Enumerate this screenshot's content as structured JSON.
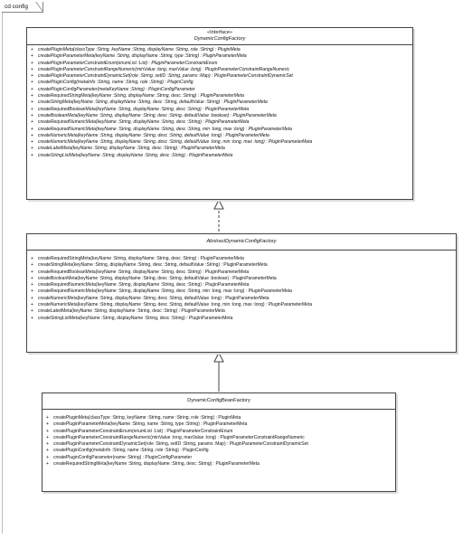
{
  "diagram": {
    "frame_label": "cd config",
    "interface_class": {
      "stereotype": "«Interface»",
      "name": "DynamicConfigFactory",
      "operations": [
        "createPluginMeta(classType :String, keyName :String, displayName :String, role :String) : PluginMeta",
        "createPluginParameterMeta(keyName :String, displayName :String, type :String) : PluginParameterMeta",
        "createPluginParameterConstraintEnum(enumList :List) : PluginParameterConstraintEnum",
        "createPluginParameterConstraintRangeNumeric(minValue :long, maxValue :long) : PluginParameterConstraintRangeNumeric",
        "createPluginParameterConstraintDynamicSet(role :String, setID :String, params :Map) : PluginParameterConstraintDynamicSet",
        "createPluginConfig(metaInfo :String, name :String, role :String) : PluginConfig",
        "createPluginConfigParameter(metaKeyName :String) : PluginConfigParameter",
        "createRequiredStringMeta(keyName :String, displayName :String, desc :String) : PluginParameterMeta",
        "createStringMeta(keyName :String, displayName :String, desc :String, defaultValue :String) : PluginParameterMeta",
        "createRequiredBooleanMeta(keyName :String, displayName :String, desc :String) : PluginParameterMeta",
        "createBooleanMeta(keyName :String, displayName :String, desc :String, defaultValue :boolean) : PluginParameterMeta",
        "createRequiredNumericMeta(keyName :String, displayName :String, desc :String) : PluginParameterMeta",
        "createRequiredNumericMeta(keyName :String, displayName :String, desc :String, min :long, max :long) : PluginParameterMeta",
        "createNumericMeta(keyName :String, displayName :String, desc :String, defaultValue :long) : PluginParameterMeta",
        "createNumericMeta(keyName :String, displayName :String, desc :String, defaultValue :long, min :long, max :long) : PluginParameterMeta",
        "createLabelMeta(keyName :String, displayName :String, desc :String) : PluginParameterMeta",
        "createStringListMeta(keyName :String, displayName :String, desc :String) : PluginParameterMeta"
      ]
    },
    "abstract_class": {
      "name": "AbstractDynamicConfigFactory",
      "operations": [
        "createRequiredStringMeta(keyName :String, displayName :String, desc :String) : PluginParameterMeta",
        "createStringMeta(keyName :String, displayName :String, desc :String, defaultValue :String) : PluginParameterMeta",
        "createRequiredBooleanMeta(keyName :String, displayName :String, desc :String) : PluginParameterMeta",
        "createBooleanMeta(keyName :String, displayName :String, desc :String, defaultValue :boolean) : PluginParameterMeta",
        "createRequiredNumericMeta(keyName :String, displayName :String, desc :String) : PluginParameterMeta",
        "createRequiredNumericMeta(keyName :String, displayName :String, desc :String, min :long, max :long) : PluginParameterMeta",
        "createNumericMeta(keyName :String, displayName :String, desc :String, defaultValue :long) : PluginParameterMeta",
        "createNumericMeta(keyName :String, displayName :String, desc :String, defaultValue :long, min :long, max :long) : PluginParameterMeta",
        "createLabelMeta(keyName :String, displayName :String, desc :String) : PluginParameterMeta",
        "createStringListMeta(keyName :String, displayName :String, desc :String) : PluginParameterMeta"
      ]
    },
    "concrete_class": {
      "name": "DynamicConfigBeanFactory",
      "operations": [
        "createPluginMeta(classType :String, keyName :String, name :String, role :String) : PluginMeta",
        "createPluginParameterMeta(keyName :String, name :String, type :String) : PluginParameterMeta",
        "createPluginParameterConstraintEnum(enumList :List) : PluginParameterConstraintEnum",
        "createPluginParameterConstraintRangeNumeric(minValue :long, maxValue :long) : PluginParameterConstraintRangeNumeric",
        "createPluginParameterConstraintDynamicSet(role :String, setID :String, params :Map) : PluginParameterConstraintDynamicSet",
        "createPluginConfig(metaInfo :String, name :String, role :String) : PluginConfig",
        "createPluginConfigParameter(name :String) : PluginConfigParameter",
        "createRequiredStringMeta(keyName :String, displayName :String, desc :String) : PluginParameterMeta"
      ]
    },
    "operation_marker": "+",
    "colors": {
      "line": "#444444",
      "border": "#444444",
      "shadow": "#dddddd"
    }
  }
}
